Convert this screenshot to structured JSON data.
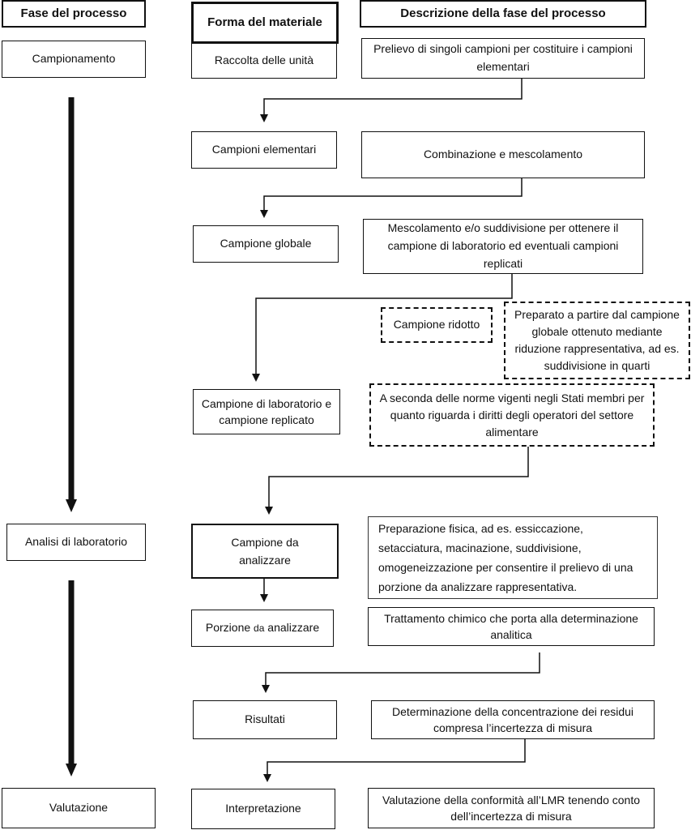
{
  "headers": {
    "phase": "Fase del processo",
    "material": "Forma del materiale",
    "description": "Descrizione della fase del processo"
  },
  "phases": {
    "sampling": "Campionamento",
    "lab_analysis": "Analisi di laboratorio",
    "evaluation": "Valutazione"
  },
  "materials": {
    "unit_collection": "Raccolta delle unità",
    "elementary_samples": "Campioni elementari",
    "global_sample": "Campione globale",
    "reduced_sample": "Campione ridotto",
    "lab_sample_1": "Campione di laboratorio e",
    "lab_sample_2": "campione replicato",
    "sample_to_analyze_1": "Campione da",
    "sample_to_analyze_2": "analizzare",
    "portion_pre": "Porzione ",
    "portion_small": "da",
    "portion_post": " analizzare",
    "results": "Risultati",
    "interpretation": "Interpretazione"
  },
  "descriptions": {
    "d1": "Prelievo di singoli campioni per costituire i campioni elementari",
    "d2": "Combinazione e mescolamento",
    "d3": "Mescolamento e/o suddivisione per ottenere il campione di laboratorio ed eventuali campioni replicati",
    "d4": "Preparato a partire dal campione globale ottenuto mediante riduzione rappresentativa, ad es. suddivisione in quarti",
    "d5": "A seconda delle norme vigenti negli Stati membri per quanto riguarda i diritti degli operatori del settore alimentare",
    "d6": "Preparazione fisica, ad es. essiccazione, setacciatura, macinazione, suddivisione, omogeneizzazione per consentire il prelievo di una porzione da analizzare rappresentativa.",
    "d7": "Trattamento chimico che porta alla determinazione analitica",
    "d8": "Determinazione della concentrazione dei residui compresa l’incertezza di misura",
    "d9": "Valutazione della conformità all’LMR tenendo conto dell’incertezza di misura"
  }
}
